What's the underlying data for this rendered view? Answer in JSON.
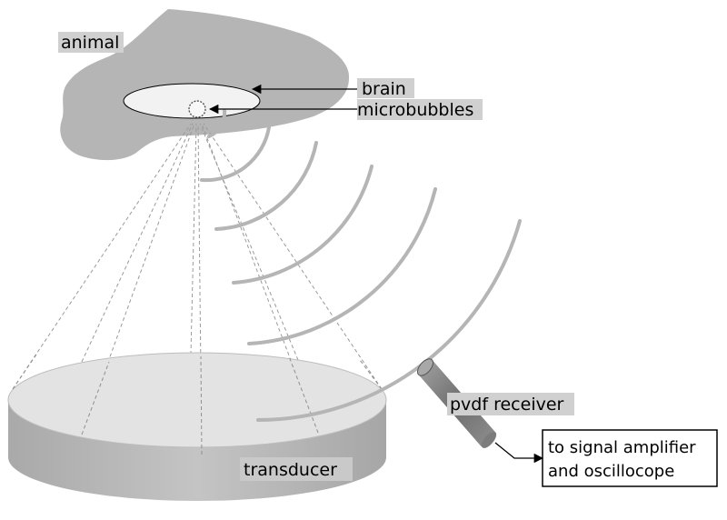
{
  "labels": {
    "animal": "animal",
    "brain": "brain",
    "microbubbles": "microbubbles",
    "pvdf_receiver": "pvdf receiver",
    "transducer": "transducer",
    "signal_line1": "to signal amplifier",
    "signal_line2": "and oscillocope"
  },
  "colors": {
    "animal_fill": "#b3b3b3",
    "brain_fill": "#f2f2f2",
    "label_bg": "#d0d0d0",
    "wave": "#b5b5b5",
    "transducer_top": "#e2e2e2",
    "transducer_side": "#b6b6b6",
    "dashed_line": "#9a9a9a",
    "pvdf": "#8c8c8c"
  }
}
